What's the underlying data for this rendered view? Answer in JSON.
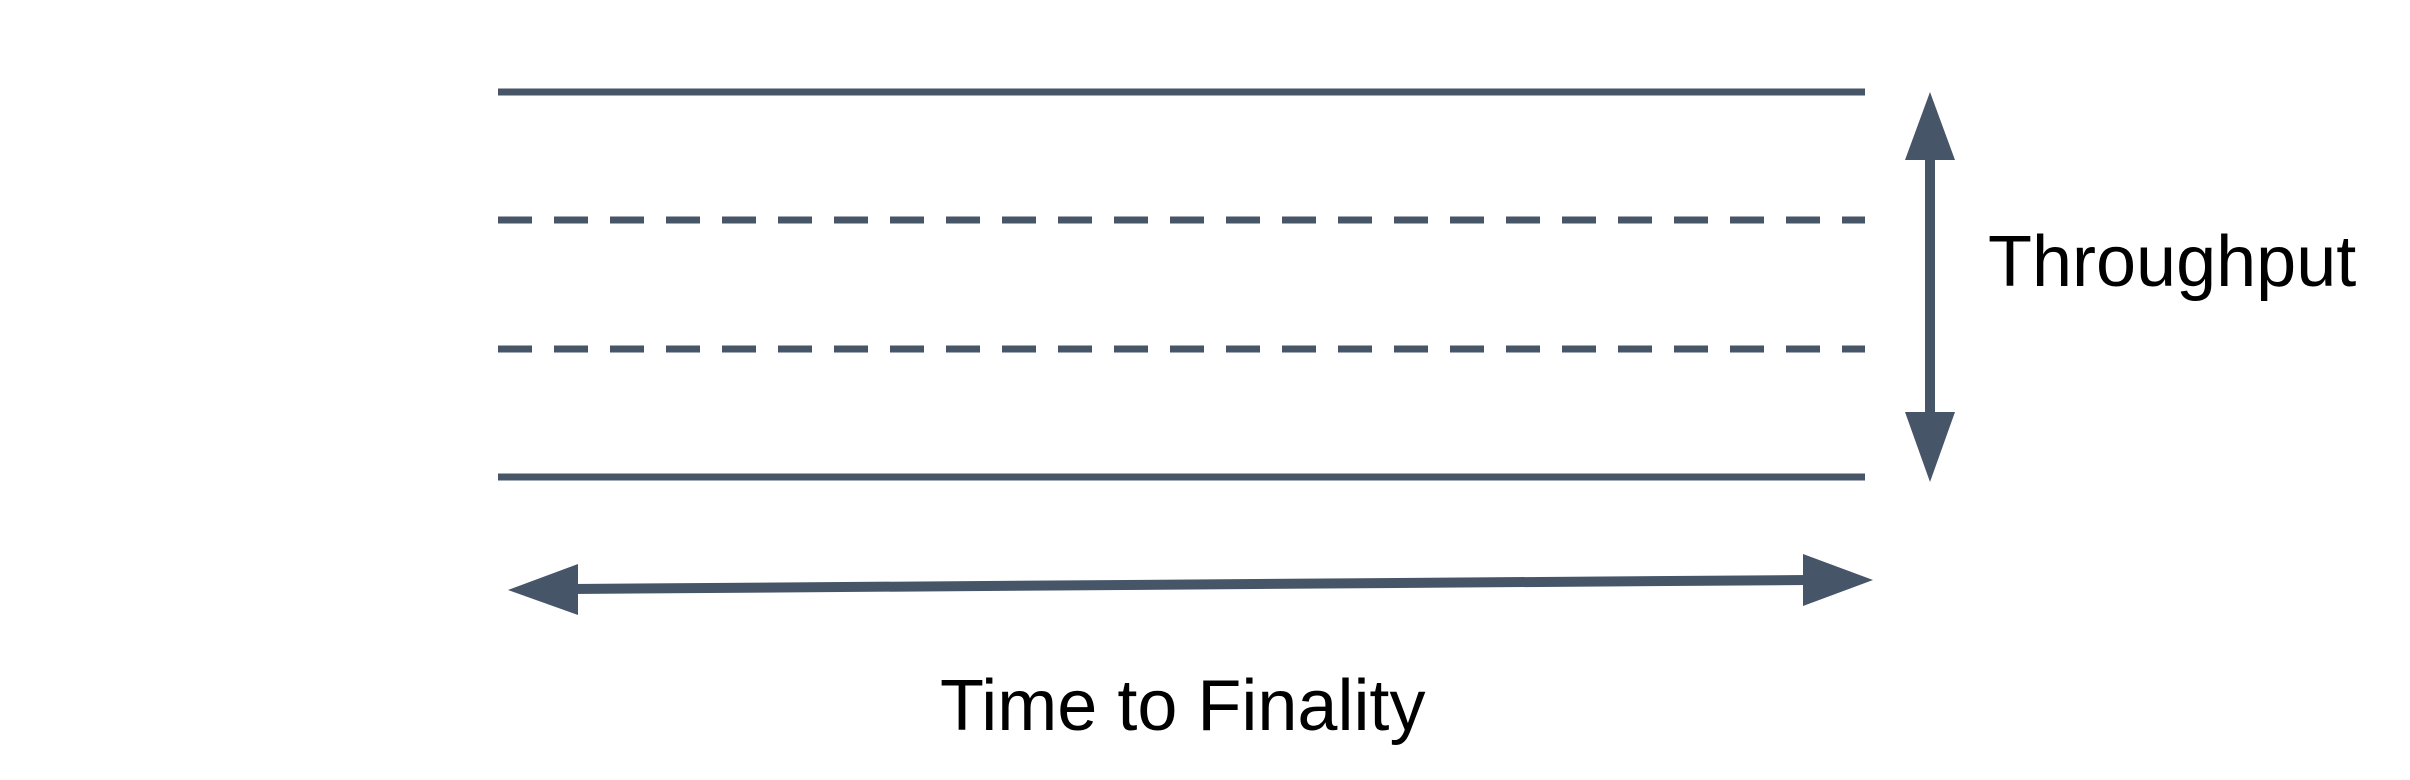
{
  "colors": {
    "line": "#475569",
    "text": "#000000",
    "background": "#ffffff"
  },
  "labels": {
    "throughput": "Throughput",
    "time_to_finality": "Time to Finality"
  },
  "lanes": [
    {
      "style": "solid"
    },
    {
      "style": "dashed"
    },
    {
      "style": "dashed"
    },
    {
      "style": "solid"
    }
  ]
}
